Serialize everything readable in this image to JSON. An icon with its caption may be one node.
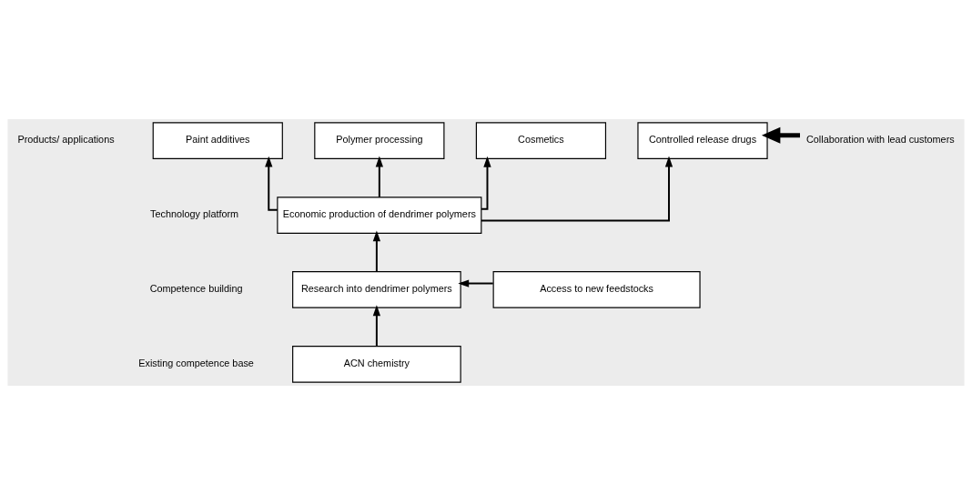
{
  "diagram": {
    "nodes": [
      {
        "text": [
          "Paint additives"
        ]
      },
      {
        "text": [
          "Polymer processing"
        ]
      },
      {
        "text": [
          "Cosmetics"
        ]
      },
      {
        "text": [
          "Controlled release drugs"
        ]
      },
      {
        "text": [
          "Collaboration with lead customers"
        ]
      },
      {
        "text": [
          "Economic production of dendrimer polymers"
        ]
      },
      {
        "text": [
          "Research into dendrimer polymers"
        ]
      },
      {
        "text": [
          "Access to new feedstocks"
        ]
      },
      {
        "text": [
          "ACN chemistry"
        ]
      }
    ],
    "edges": [
      {
        "from": 5,
        "to": 0,
        "arrow": "to"
      },
      {
        "from": 5,
        "to": 1,
        "arrow": "to"
      },
      {
        "from": 5,
        "to": 2,
        "arrow": "to"
      },
      {
        "from": 5,
        "to": 3,
        "arrow": "to"
      },
      {
        "from": 4,
        "to": 3,
        "arrow": "to",
        "style": "thick"
      },
      {
        "from": 6,
        "to": 5,
        "arrow": "to"
      },
      {
        "from": 7,
        "to": 6,
        "arrow": "to"
      },
      {
        "from": 8,
        "to": 6,
        "arrow": "to"
      }
    ],
    "labels": [
      "Products/ applications",
      "Technology platform",
      "Competence building",
      "Existing competence base"
    ]
  }
}
